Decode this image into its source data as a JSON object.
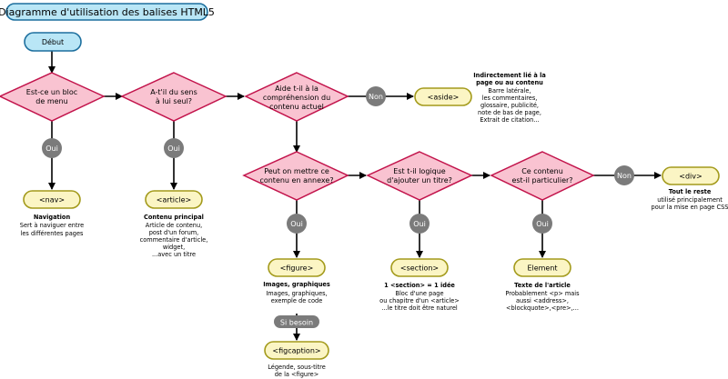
{
  "title": "Diagramme d'utilisation des balises HTML5",
  "start": "Début",
  "decisions": {
    "d1": [
      "Est-ce un bloc",
      "de menu"
    ],
    "d2": [
      "A-t'il du sens",
      "à lui seul?"
    ],
    "d3": [
      "Aide t-il à la",
      "compréhension du",
      "contenu actuel"
    ],
    "d4": [
      "Peut on mettre ce",
      "contenu en annexe?"
    ],
    "d5": [
      "Est t-il logique",
      "d'ajouter un titre?"
    ],
    "d6": [
      "Ce contenu",
      "est-il particulier?"
    ]
  },
  "badges": {
    "oui": "Oui",
    "non": "Non",
    "si_besoin": "Si besoin"
  },
  "terminals": {
    "nav": "<nav>",
    "article": "<article>",
    "aside": "<aside>",
    "figure": "<figure>",
    "figcaption": "<figcaption>",
    "section": "<section>",
    "element": "Element",
    "div": "<div>"
  },
  "notes": {
    "nav": {
      "title": "Navigation",
      "lines": [
        "Sert à naviguer entre",
        "les différentes pages"
      ]
    },
    "article": {
      "title": "Contenu principal",
      "lines": [
        "Article de contenu,",
        "post d'un forum,",
        "commentaire d'article,",
        "widget,",
        "...avec un titre"
      ]
    },
    "aside": {
      "title_lines": [
        "Indirectement lié à la",
        "page ou au contenu"
      ],
      "lines": [
        "Barre latérale,",
        "les commentaires,",
        "glossaire, publicité,",
        "note de bas de page,",
        "Extrait de citation..."
      ]
    },
    "figure": {
      "title": "Images, graphiques",
      "lines": [
        "Images, graphiques,",
        "exemple de code"
      ]
    },
    "figcaption": {
      "lines": [
        "Légende, sous-titre",
        "de la <figure>"
      ]
    },
    "section": {
      "title": "1 <section> = 1 idée",
      "lines": [
        "Bloc d'une page",
        "ou chapitre d'un <article>",
        "...le titre doit être naturel"
      ]
    },
    "element": {
      "title": "Texte de l'article",
      "lines": [
        "Probablement <p> mais",
        "aussi <address>,",
        "<blockquote>,<pre>,..."
      ]
    },
    "div": {
      "title": "Tout le reste",
      "lines": [
        "utilisé principalement",
        "pour la mise en page CSS"
      ]
    }
  }
}
